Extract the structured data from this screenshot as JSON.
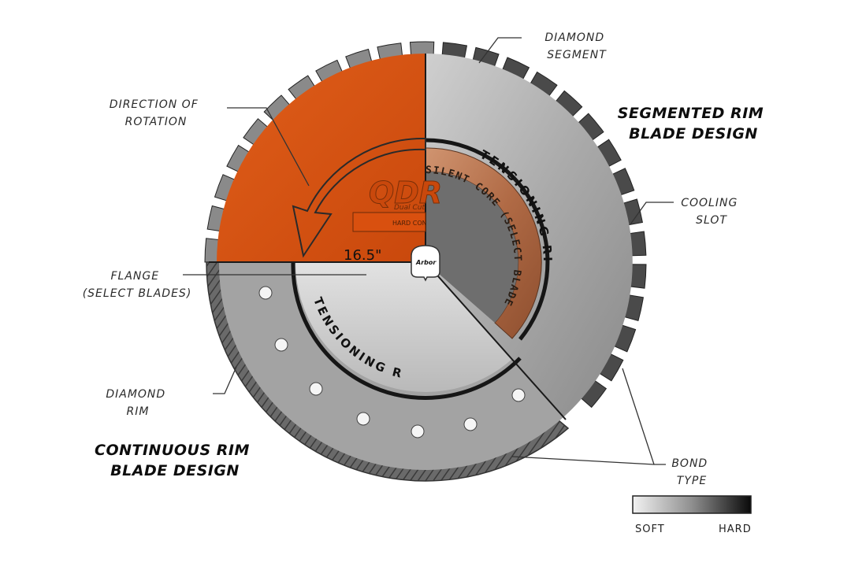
{
  "labels": {
    "diamond_segment": [
      "DIAMOND",
      "SEGMENT"
    ],
    "direction_of_rotation": [
      "DIRECTION OF",
      "ROTATION"
    ],
    "segmented_title": [
      "SEGMENTED RIM",
      "BLADE DESIGN"
    ],
    "cooling_slot": [
      "COOLING",
      "SLOT"
    ],
    "flange": [
      "FLANGE",
      "(SELECT BLADES)"
    ],
    "diamond_rim": [
      "DIAMOND",
      "RIM"
    ],
    "continuous_title": [
      "CONTINUOUS RIM",
      "BLADE DESIGN"
    ],
    "bond_type": [
      "BOND",
      "TYPE"
    ]
  },
  "blade": {
    "diameter": "16.5\"",
    "arbor": "Arbor",
    "logo": "QDR",
    "logo_sub": "Dual Cut",
    "logo_bar": "HARD CON",
    "tensioning_ring_upper": "TENSIONING RING",
    "tensioning_ring_lower": "TENSIONING RING",
    "silent_core": "SILENT CORE (SELECT BLADES)"
  },
  "bond_scale": {
    "soft": "SOFT",
    "hard": "HARD"
  },
  "colors": {
    "orange": "#d9500f",
    "copper": "#b06a45",
    "steel": "#a8a8a8",
    "dark_ring": "#1a1a1a"
  }
}
